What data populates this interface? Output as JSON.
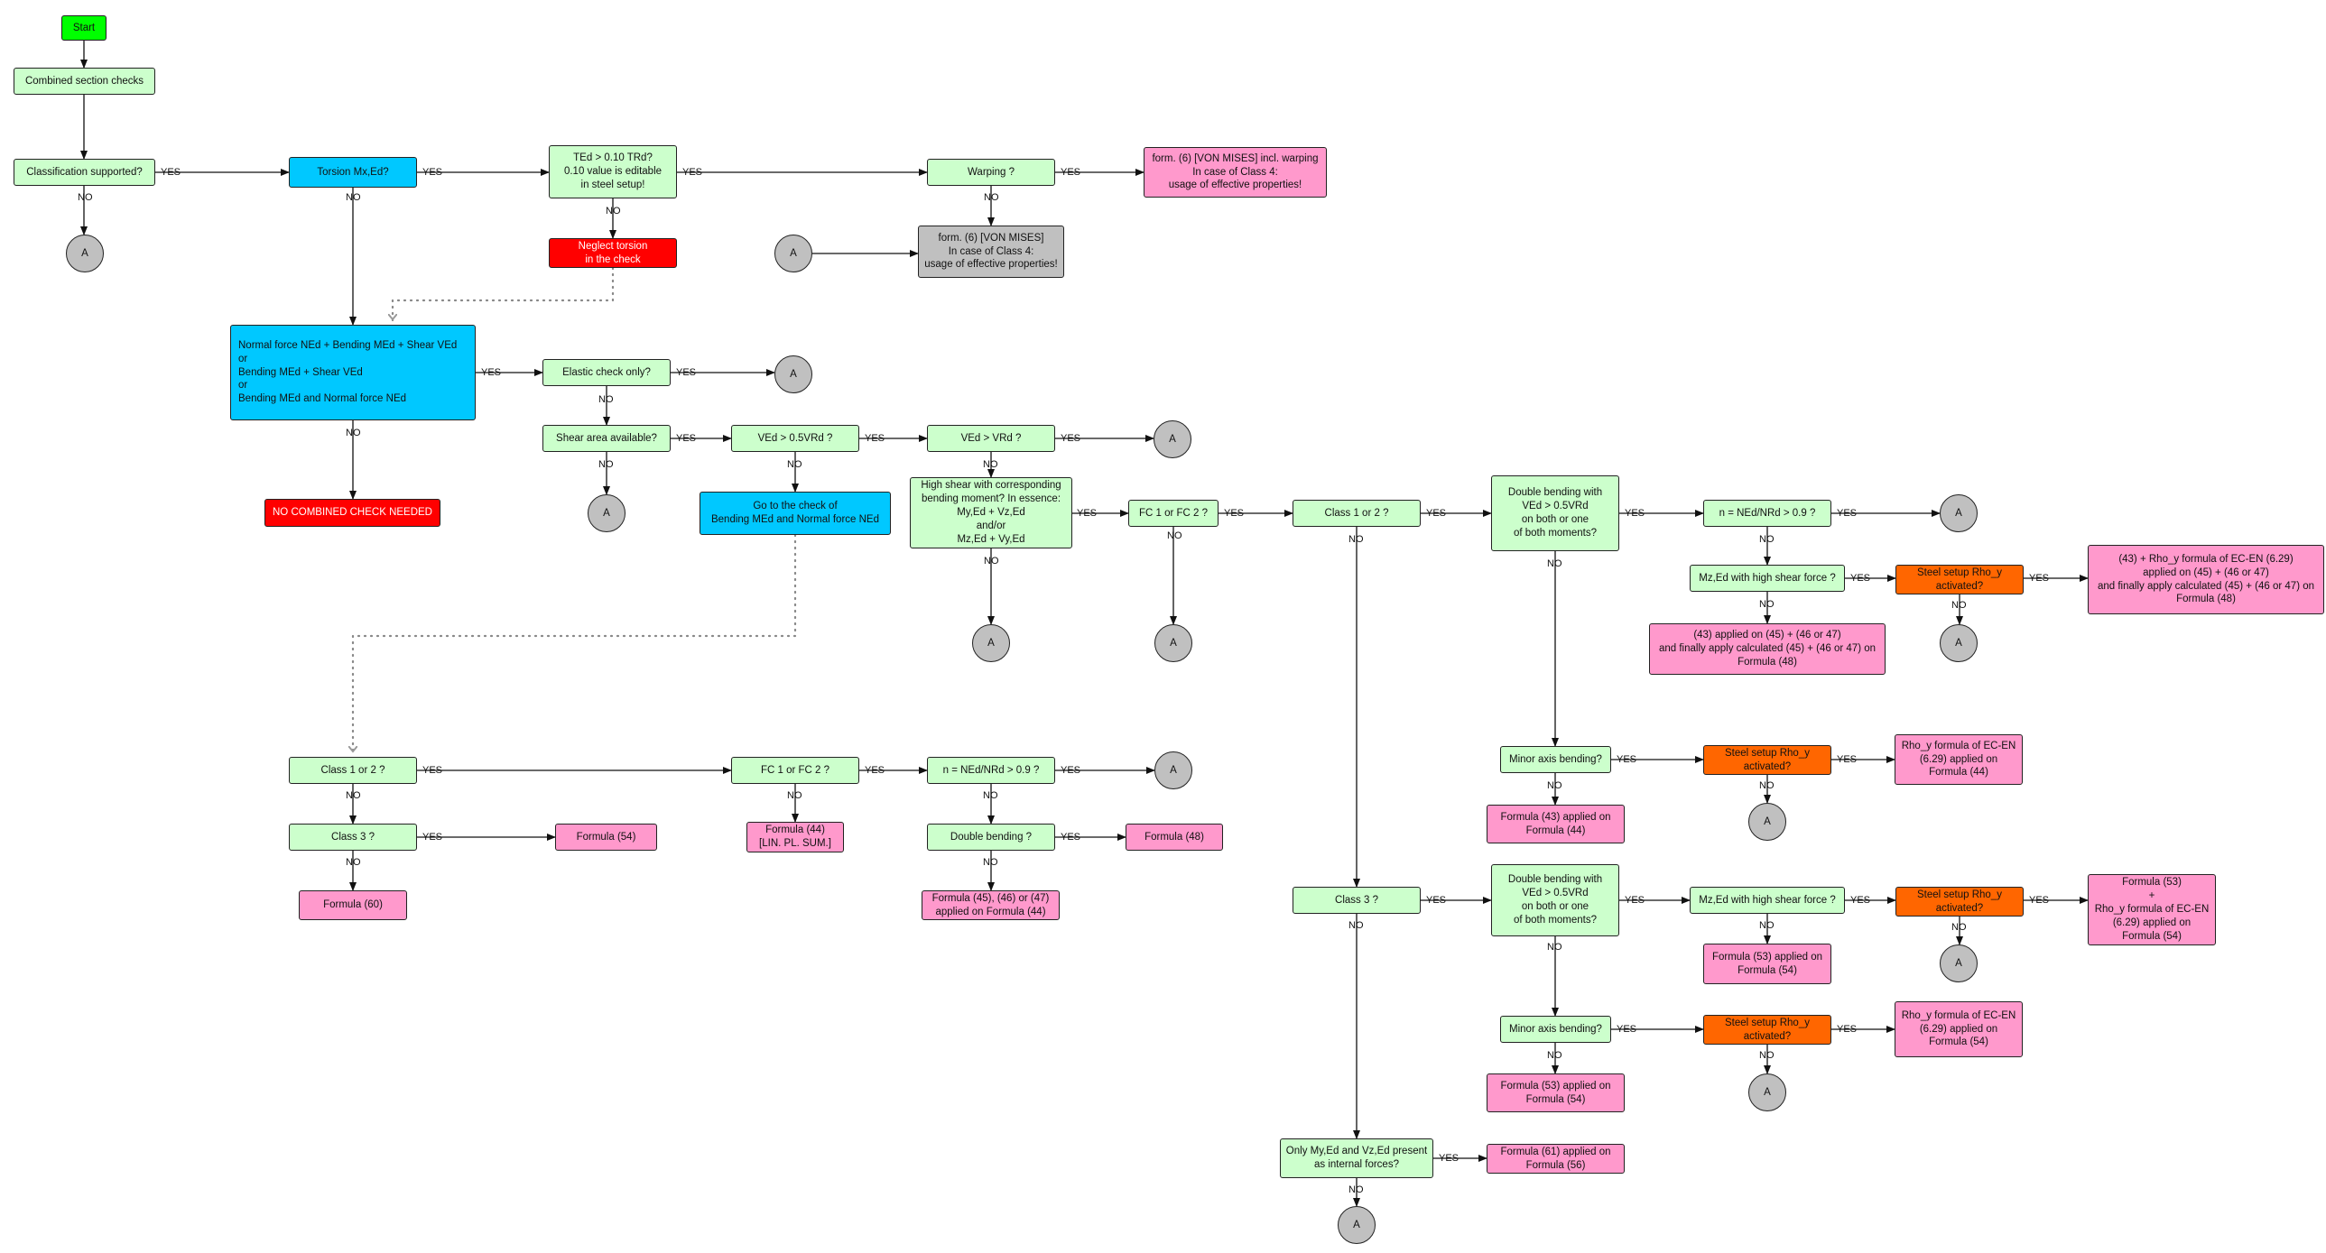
{
  "nodes": {
    "start": "Start",
    "combined": "Combined section checks",
    "classification": "Classification supported?",
    "torsion_mx": "Torsion Mx,Ed?",
    "ted": "TEd > 0.10 TRd?\n0.10 value is editable\nin steel setup!",
    "warping": "Warping ?",
    "vonmises_warping": "form. (6) [VON MISES] incl. warping\nIn case of Class 4:\nusage of effective properties!",
    "neglect_torsion": "Neglect torsion\nin the check",
    "vonmises": "form. (6) [VON MISES]\nIn case of Class 4:\nusage of effective properties!",
    "normal_force_box": "Normal force NEd + Bending MEd + Shear VEd\nor\nBending MEd + Shear VEd\nor\nBending MEd and Normal force NEd",
    "elastic_check": "Elastic check only?",
    "shear_area": "Shear area available?",
    "ved_05vrd": "VEd > 0.5VRd ?",
    "ved_vrd": "VEd > VRd ?",
    "no_combined": "NO COMBINED CHECK NEEDED",
    "goto_check": "Go to the check of\nBending MEd and Normal force NEd",
    "high_shear": "High shear with corresponding\nbending moment? In essence:\nMy,Ed + Vz,Ed\nand/or\nMz,Ed + Vy,Ed",
    "fc12_top": "FC 1 or FC 2 ?",
    "class12_top": "Class 1 or 2 ?",
    "double_bending_1": "Double bending with\nVEd > 0.5VRd\non both or one\nof both moments?",
    "n_ned_1": "n = NEd/NRd > 0.9 ?",
    "mz_high_shear_1": "Mz,Ed with high shear force ?",
    "steel_setup_1": "Steel setup Rho_y\nactivated?",
    "f43_rho": "(43) + Rho_y formula of EC-EN (6.29)\napplied on (45) + (46 or 47)\nand finally apply calculated (45) + (46 or 47) on\nFormula (48)",
    "f43_applied": "(43) applied on (45) + (46 or 47)\nand finally apply calculated (45) + (46 or 47) on\nFormula (48)",
    "minor_axis_1": "Minor axis bending?",
    "steel_setup_2": "Steel setup Rho_y\nactivated?",
    "rho_44": "Rho_y formula of EC-EN\n(6.29) applied on\nFormula (44)",
    "f43_44": "Formula (43)  applied on\nFormula (44)",
    "class12_low": "Class 1 or 2 ?",
    "fc12_low": "FC 1 or FC 2 ?",
    "n_ned_2": "n = NEd/NRd > 0.9 ?",
    "class3_low": "Class 3 ?",
    "formula54": "Formula (54)",
    "formula44": "Formula (44)\n[LIN. PL. SUM.]",
    "double_bending_low": "Double bending ?",
    "formula48": "Formula (48)",
    "formula60": "Formula (60)",
    "f45_46_47": "Formula (45), (46) or (47)\napplied on Formula (44)",
    "class3_right": "Class 3 ?",
    "double_bending_2": "Double bending with\nVEd > 0.5VRd\non both or one\nof both moments?",
    "mz_high_shear_2": "Mz,Ed with high shear force ?",
    "steel_setup_3": "Steel setup Rho_y\nactivated?",
    "f53_rho": "Formula (53)\n+\nRho_y formula of EC-EN\n(6.29) applied on\nFormula (54)",
    "f53_54_a": "Formula (53) applied on\nFormula (54)",
    "minor_axis_2": "Minor axis bending?",
    "steel_setup_4": "Steel setup Rho_y\nactivated?",
    "rho_54": "Rho_y formula of EC-EN\n(6.29) applied on\nFormula (54)",
    "f53_54_b": "Formula (53) applied on\nFormula (54)",
    "only_my": "Only My,Ed and Vz,Ed present\nas internal forces?",
    "f61_56": "Formula (61) applied on\nFormula (56)"
  },
  "connector": "A",
  "yes": "YES",
  "no": "NO",
  "colors": {
    "start": "#00ff00",
    "decision": "#ccffcc",
    "torsion": "#00c8ff",
    "stop": "#ff0000",
    "formula": "#ff99cc",
    "steel_setup": "#ff6600",
    "connector": "#c0c0c0"
  }
}
